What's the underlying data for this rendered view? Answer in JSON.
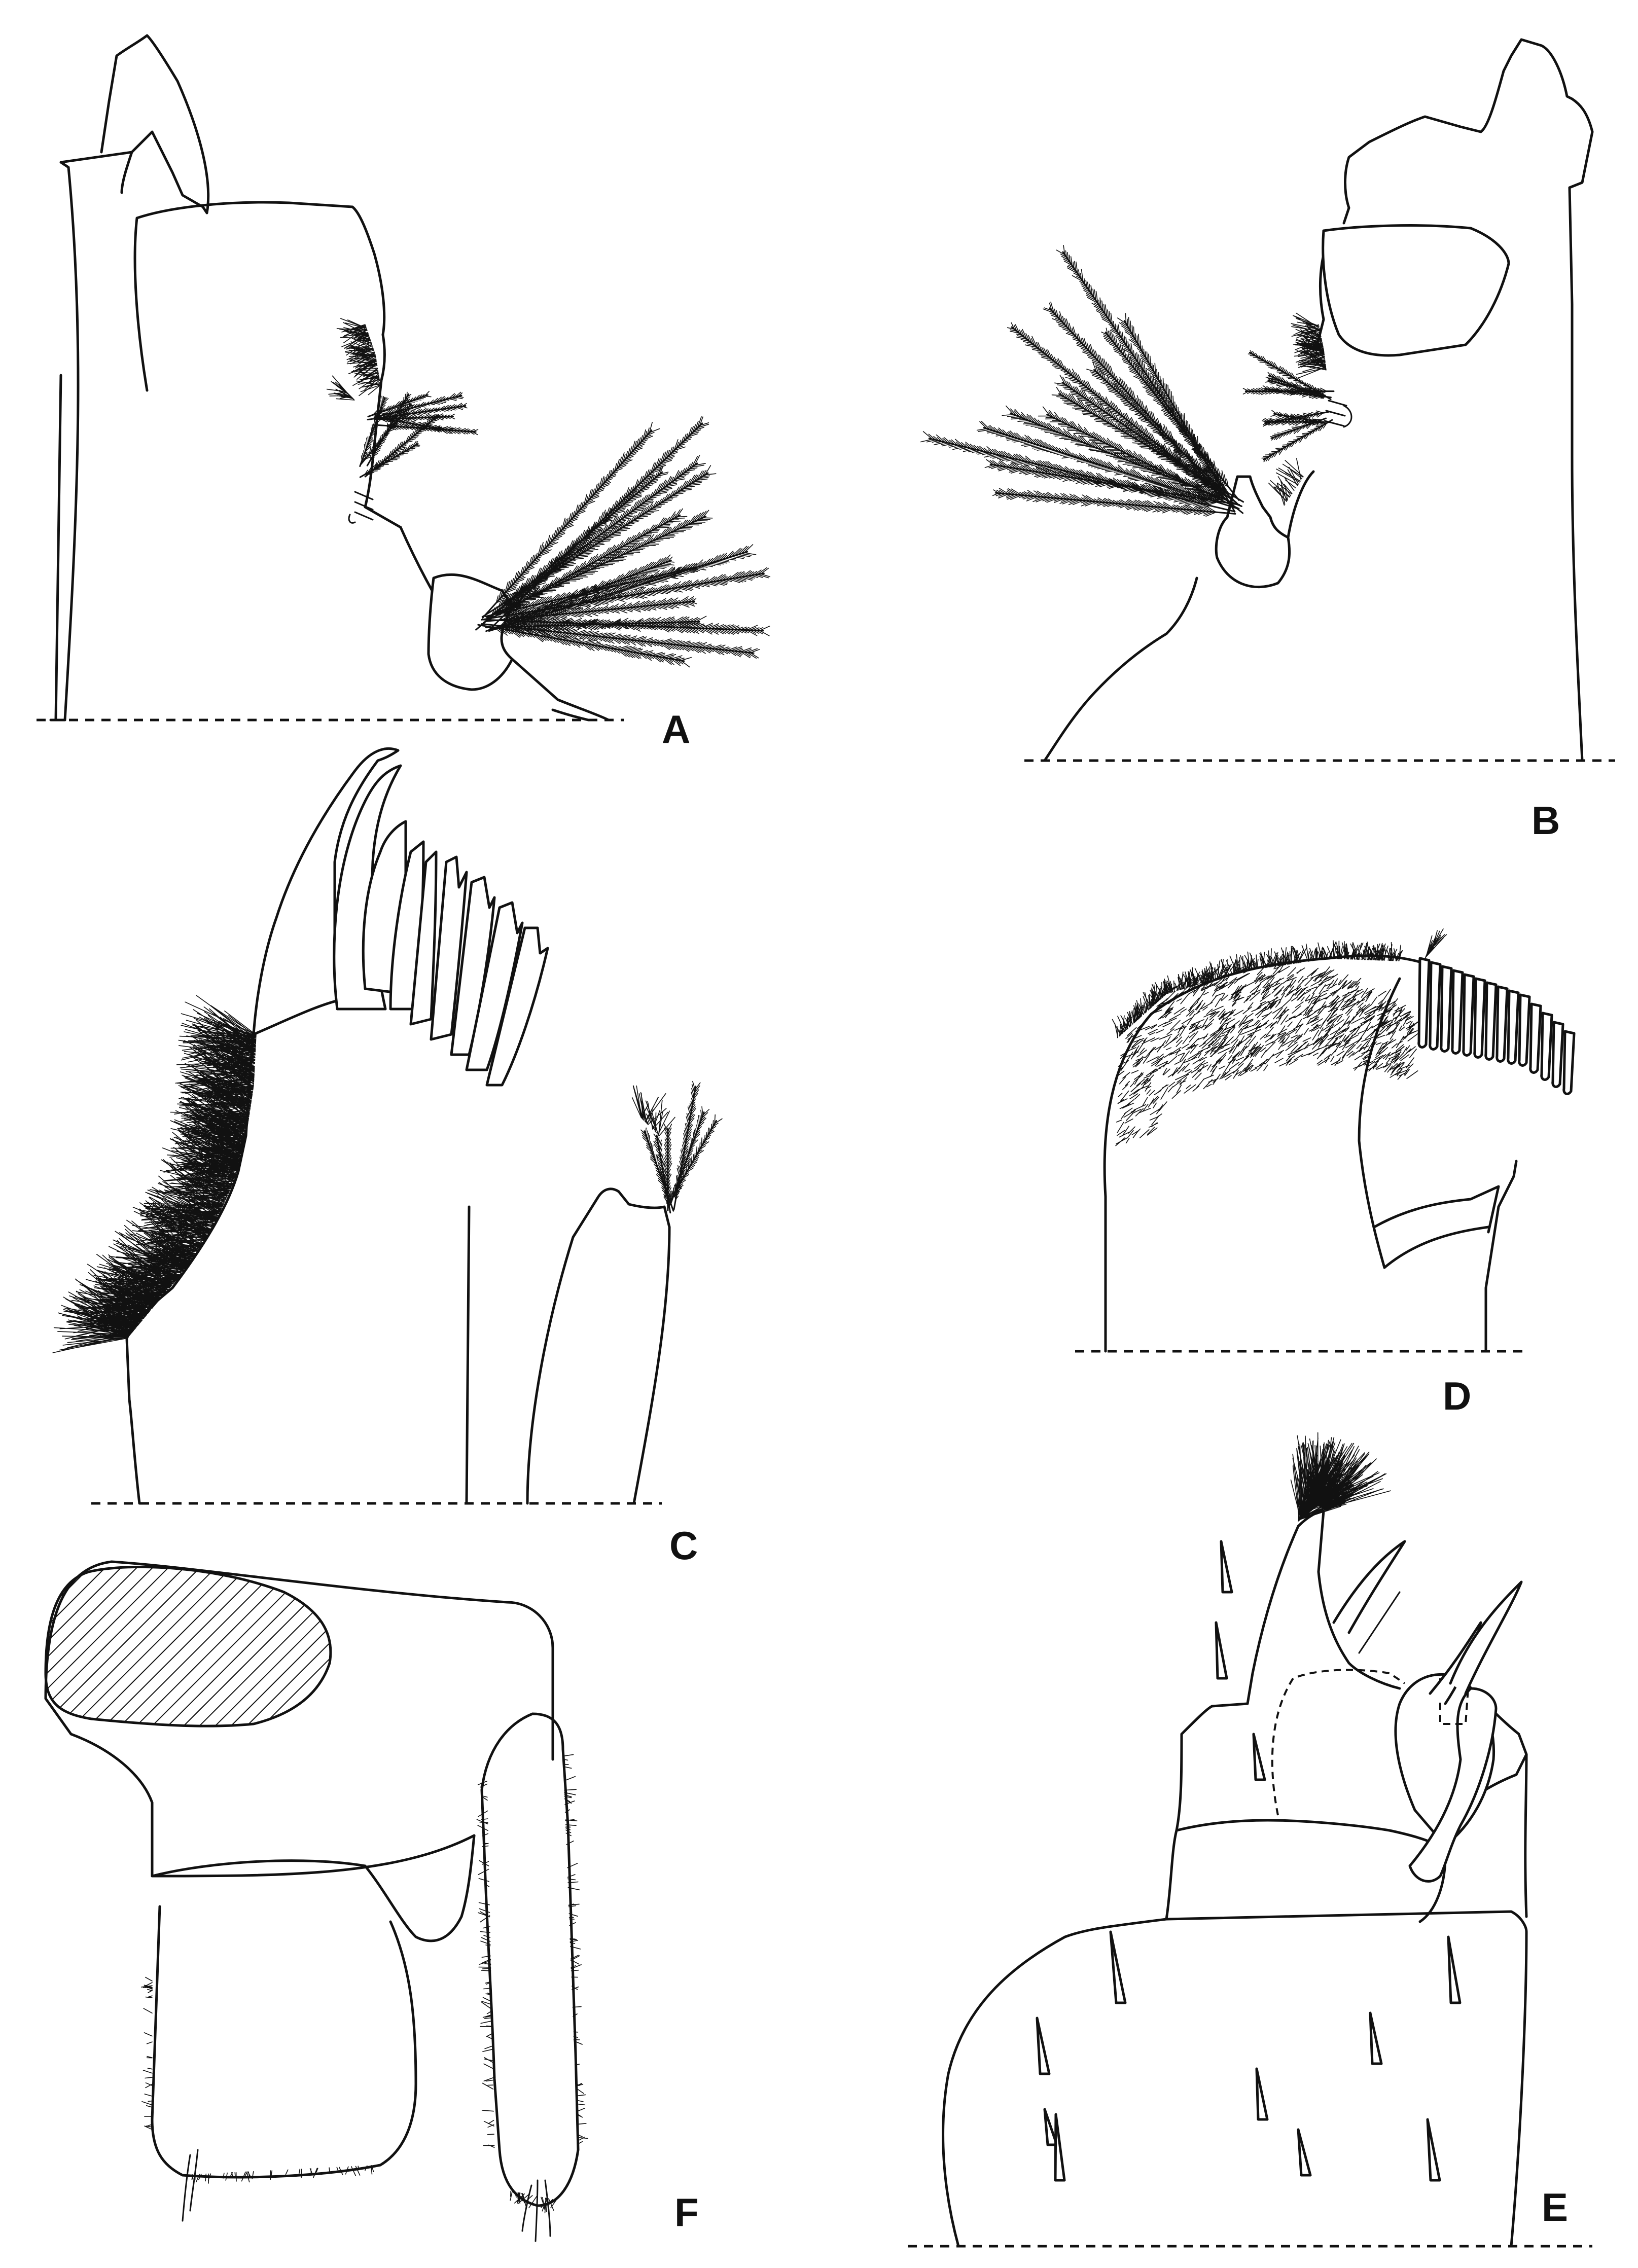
{
  "panels": [
    {
      "id": "A",
      "label": "A"
    },
    {
      "id": "B",
      "label": "B"
    },
    {
      "id": "C",
      "label": "C"
    },
    {
      "id": "D",
      "label": "D"
    },
    {
      "id": "E",
      "label": "E"
    },
    {
      "id": "F",
      "label": "F"
    }
  ]
}
